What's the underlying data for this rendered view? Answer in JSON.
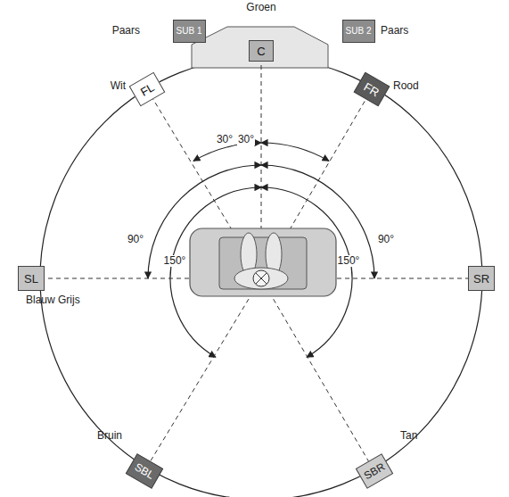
{
  "diagram": {
    "nodes": [
      {
        "text": [
          "SUB 1"
        ]
      },
      {
        "text": [
          "C"
        ]
      },
      {
        "text": [
          "SUB 2"
        ]
      },
      {
        "text": [
          "FL"
        ]
      },
      {
        "text": [
          "FR"
        ]
      },
      {
        "text": [
          "SL"
        ]
      },
      {
        "text": [
          "SR"
        ]
      },
      {
        "text": [
          "SBL"
        ]
      },
      {
        "text": [
          "SBR"
        ]
      }
    ],
    "edges": [],
    "labels": [
      "Groen",
      "Paars",
      "Paars",
      "Wit",
      "Rood",
      "Blauw Grijs",
      "Bruin",
      "Tan",
      "30°",
      "30°",
      "90°",
      "90°",
      "150°",
      "150°"
    ]
  }
}
